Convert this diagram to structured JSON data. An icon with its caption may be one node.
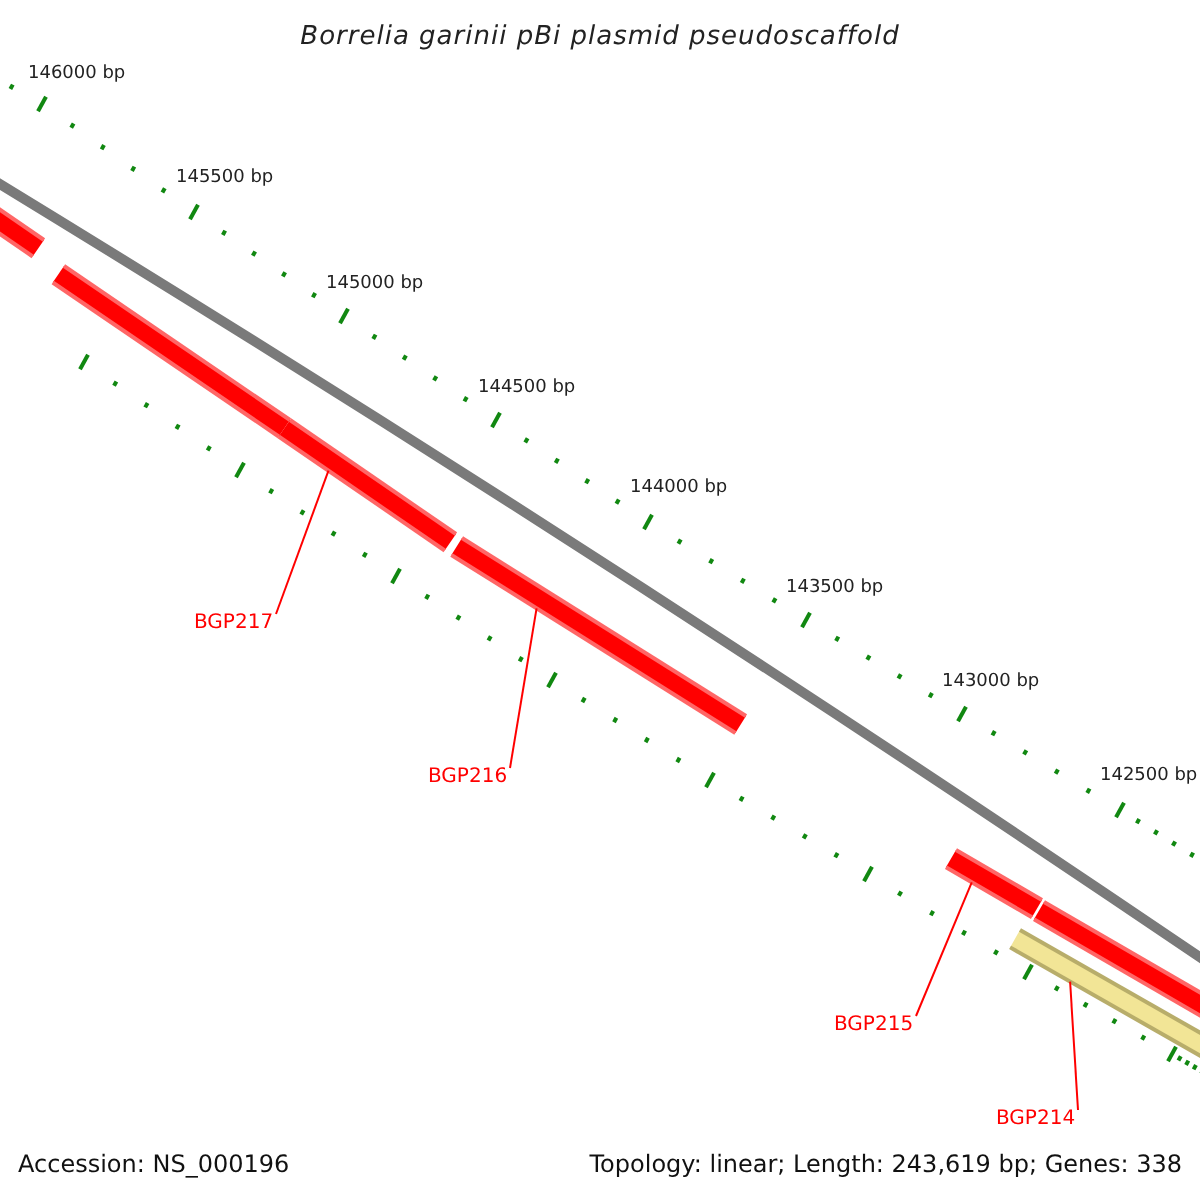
{
  "diagram": {
    "title": "Borrelia garinii pBi plasmid pseudoscaffold",
    "nodes": [
      {
        "text": [
          "BGP217"
        ]
      },
      {
        "text": [
          "BGP216"
        ]
      },
      {
        "text": [
          "BGP215"
        ]
      },
      {
        "text": [
          "BGP214"
        ]
      },
      {
        "text": [],
        "shape": "bar"
      },
      {
        "text": [],
        "shape": "bar"
      },
      {
        "text": [],
        "shape": "bar"
      },
      {
        "text": [],
        "shape": "bar"
      },
      {
        "text": [],
        "shape": "bar"
      },
      {
        "text": [],
        "shape": "bar"
      },
      {
        "text": [],
        "shape": "bar"
      }
    ],
    "edges": [
      {
        "from": 0,
        "to": 6,
        "arrow": "none"
      },
      {
        "from": 1,
        "to": 7,
        "arrow": "none"
      },
      {
        "from": 2,
        "to": 8,
        "arrow": "none"
      },
      {
        "from": 3,
        "to": 10,
        "arrow": "none"
      }
    ],
    "labels": [
      "146000 bp",
      "145500 bp",
      "145000 bp",
      "144500 bp",
      "144000 bp",
      "143500 bp",
      "143000 bp",
      "142500 bp",
      "Accession: NS_000196",
      "Topology: linear; Length: 243,619 bp; Genes: 338"
    ]
  }
}
